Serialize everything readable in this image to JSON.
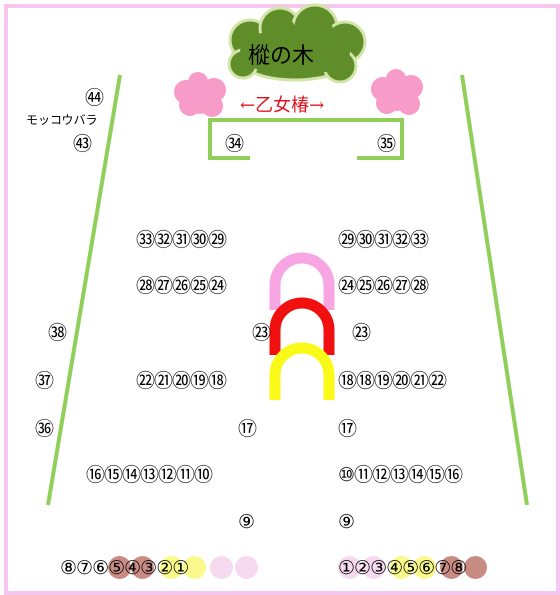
{
  "tree": {
    "label": "樅の木"
  },
  "camellia": {
    "label": "←乙女椿→"
  },
  "edge_note": "モッコウバラ",
  "colors": {
    "frame": "#f7c6ee",
    "line": "#8fcf5a",
    "cloud_fill": "#5f8d2a",
    "cloud_stroke": "#d3e4a8",
    "blossom": "#f79bc9",
    "arch_pink": "#f7a6e3",
    "arch_red": "#f01010",
    "arch_yellow": "#fafa18",
    "dot_brown": "#c98c85",
    "dot_yellow": "#fafa8c",
    "dot_pink": "#f6daf0"
  },
  "labels": {
    "n44": "㊹",
    "n43": "㊸",
    "n34": "㉞",
    "n35": "㉟",
    "row_left_33_29": "㉝㉜㉛㉚㉙",
    "row_right_29_33": "㉙㉚㉛㉜㉝",
    "row_left_28_24": "㉘㉗㉖㉕㉔",
    "row_right_24_28": "㉔㉕㉖㉗㉘",
    "n38": "㊳",
    "n23_left": "㉓",
    "n23_right": "㉓",
    "n37": "㊲",
    "row_left_22_18": "㉒㉑⑳⑲⑱",
    "row_right_18_22": "⑱⑱⑲⑳㉑㉒",
    "n36": "㊱",
    "n17_left": "⑰",
    "n17_right": "⑰",
    "row_left_16_10": "⑯⑮⑭⑬⑫⑪⑩",
    "row_right_10_16": "⑩⑪⑫⑬⑭⑮⑯",
    "n9_left": "⑨",
    "n9_right": "⑨",
    "row_left_8_1": "⑧⑦⑥⑤④③②①",
    "row_right_1_8": "①②③④⑤⑥⑦⑧"
  }
}
